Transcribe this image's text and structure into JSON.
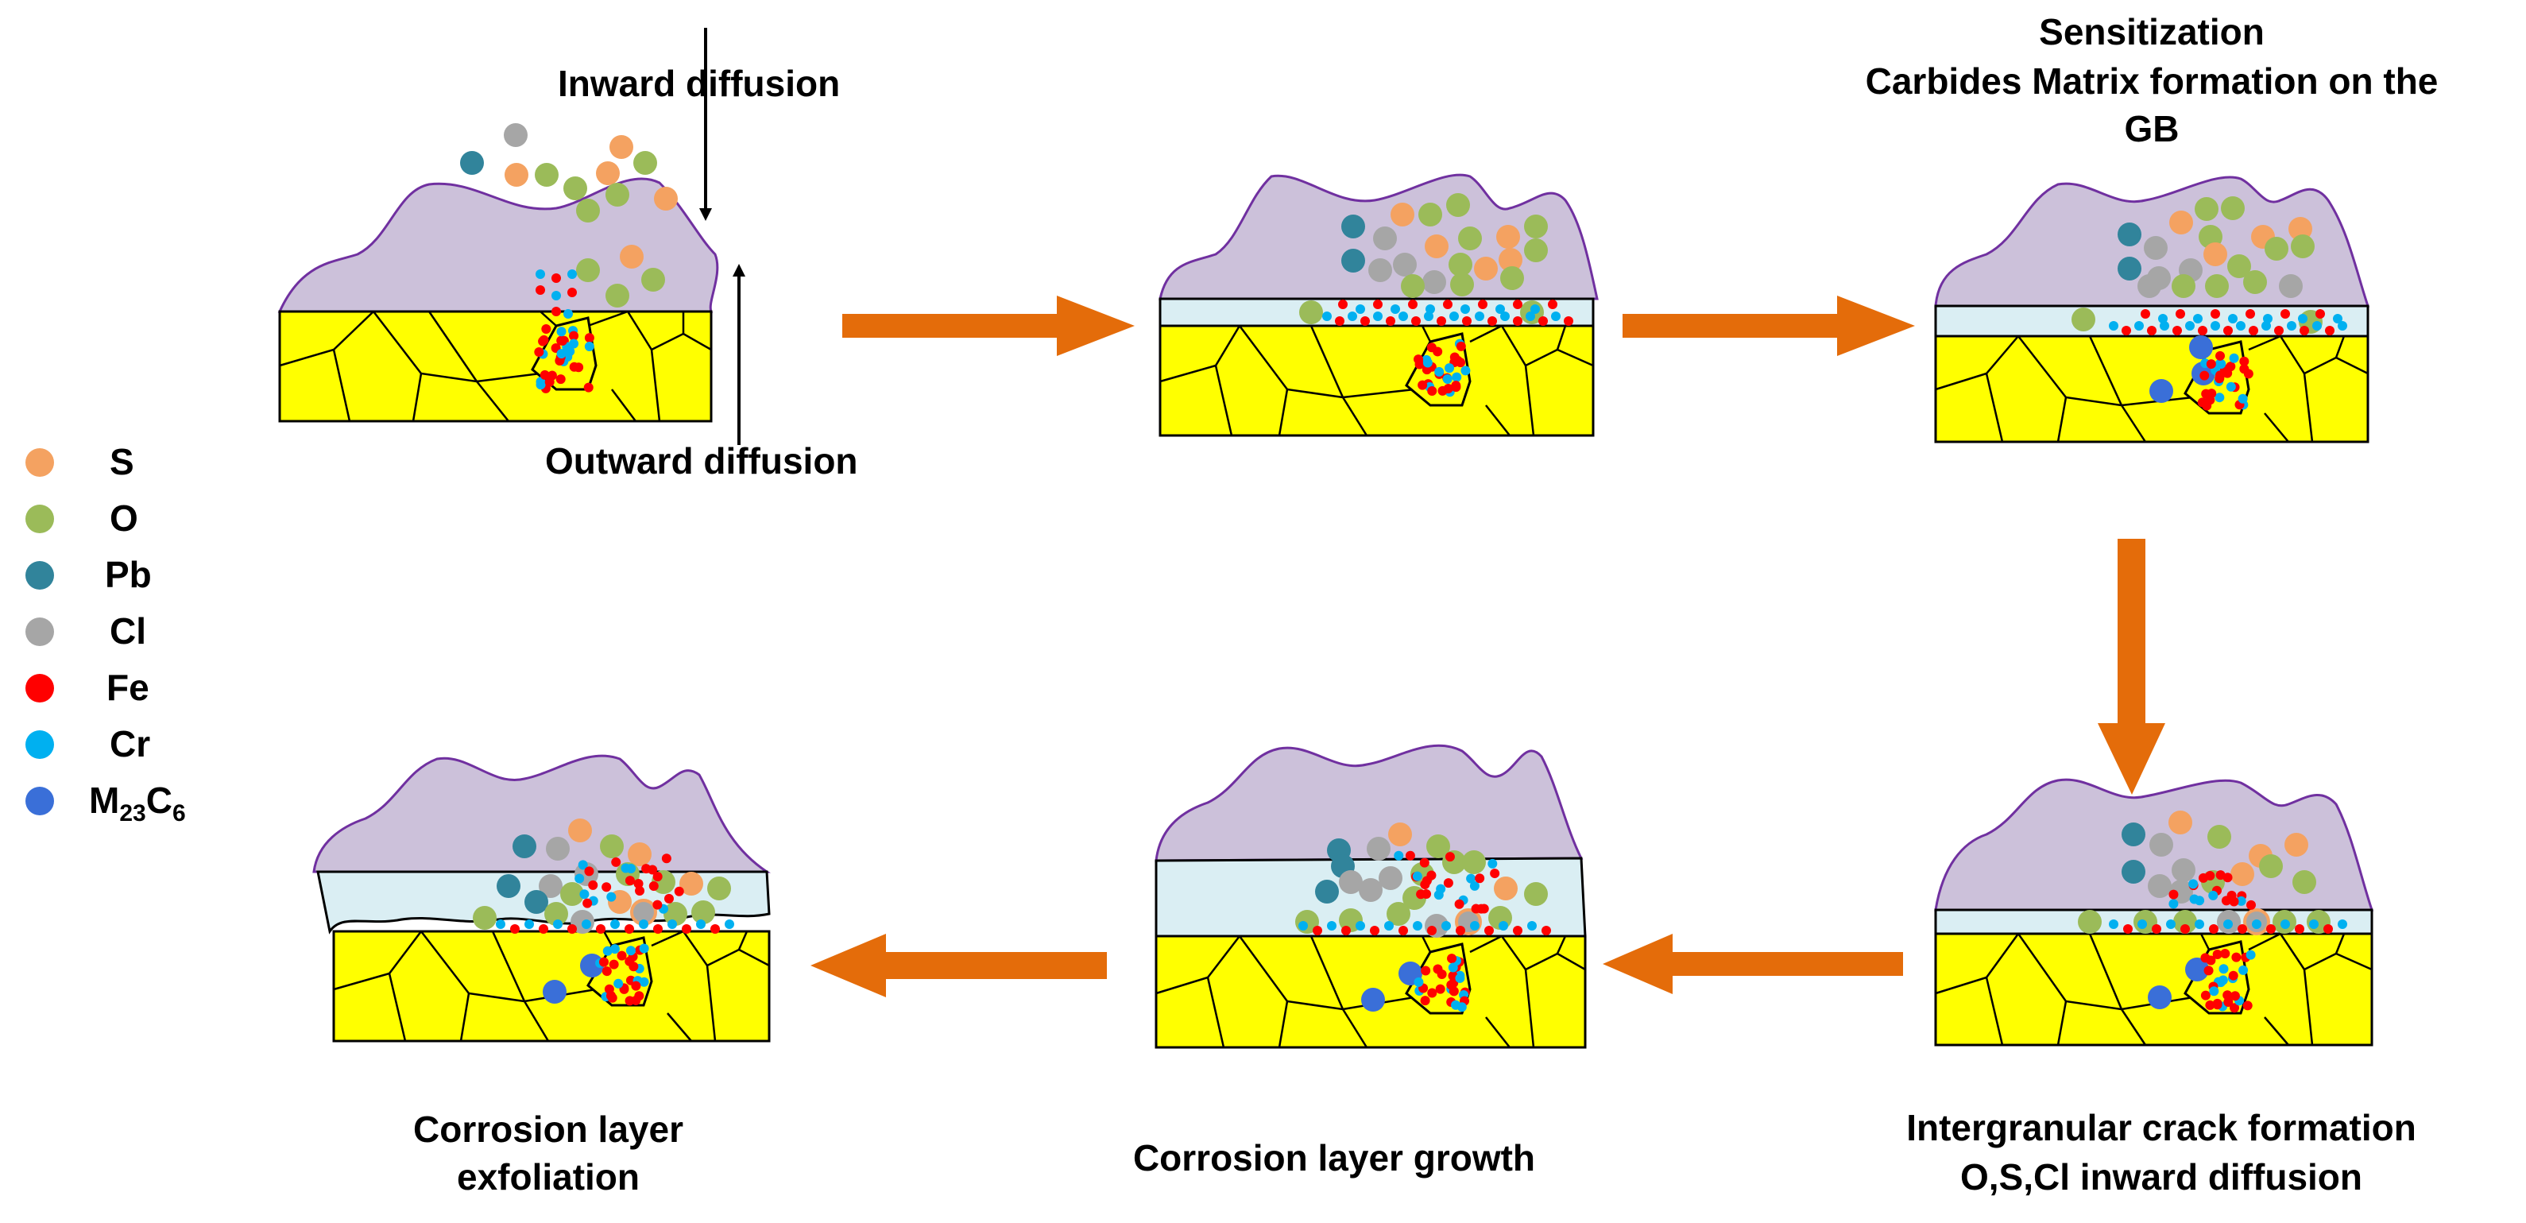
{
  "labels": {
    "inward": "Inward diffusion",
    "outward": "Outward diffusion",
    "sens1": "Sensitization",
    "sens2": "Carbides Matrix formation on the",
    "sens3": "GB",
    "crack1": "Intergranular crack formation",
    "crack2": "O,S,Cl inward diffusion",
    "growth": "Corrosion layer growth",
    "exfol1": "Corrosion layer",
    "exfol2": "exfoliation"
  },
  "legend": [
    {
      "label": "S",
      "color": "#F4A261"
    },
    {
      "label": "O",
      "color": "#9BBB59"
    },
    {
      "label": "Pb",
      "color": "#31849B"
    },
    {
      "label": "Cl",
      "color": "#A6A6A6"
    },
    {
      "label": "Fe",
      "color": "#FF0000"
    },
    {
      "label": "Cr",
      "color": "#00B0F0"
    },
    {
      "label": "M",
      "sub1": "23",
      "mid": "C",
      "sub2": "6",
      "color": "#3A6FD8"
    }
  ],
  "colors": {
    "metal": "#FFFF00",
    "deposit": "#CCC1DA",
    "deposit_outline": "#7030A0",
    "oxide": "#DAEEF3",
    "arrow": "#E46C0A"
  }
}
